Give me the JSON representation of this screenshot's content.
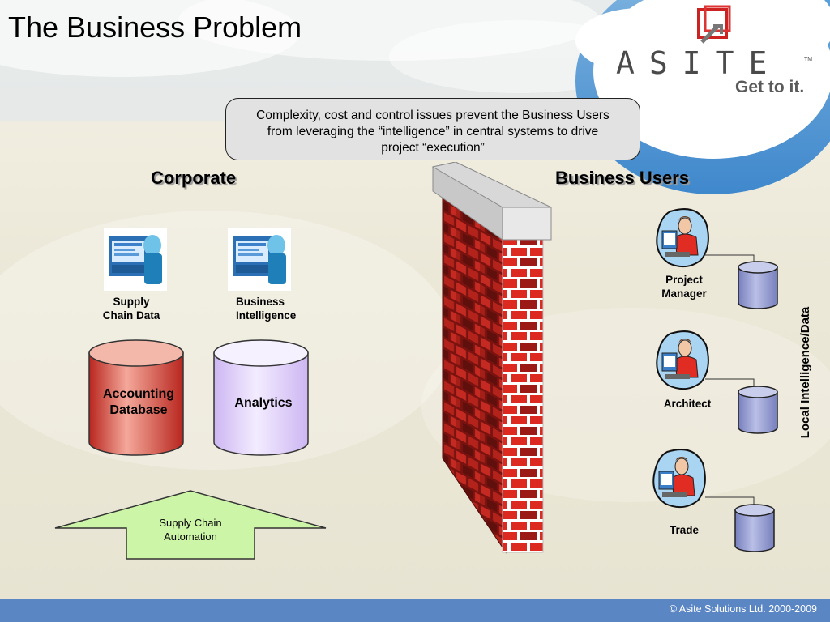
{
  "slide": {
    "title": "The Business Problem",
    "callout": "Complexity, cost and control issues prevent the Business Users from leveraging the “intelligence” in central systems to drive project “execution”",
    "footer": "© Asite Solutions Ltd. 2000-2009"
  },
  "logo": {
    "wordmark": "ASITE",
    "trademark": "TM",
    "tagline": "Get to it."
  },
  "corporate": {
    "heading": "Corporate",
    "systems": [
      {
        "label": "Supply Chain Data",
        "icon": "computer-terminal-icon"
      },
      {
        "label": "Business Intelligence",
        "icon": "computer-terminal-icon"
      }
    ],
    "databases": [
      {
        "label": "Accounting Database",
        "color": "#c8322a"
      },
      {
        "label": "Analytics",
        "color": "#d9c6f5"
      }
    ],
    "arrow_label": "Supply Chain Automation"
  },
  "business_users": {
    "heading": "Business Users",
    "users": [
      {
        "label": "Project Manager",
        "icon": "user-at-computer-icon"
      },
      {
        "label": "Architect",
        "icon": "user-at-computer-icon"
      },
      {
        "label": "Trade",
        "icon": "user-at-computer-icon"
      }
    ],
    "side_label": "Local Intelligence/Data"
  },
  "colors": {
    "brick": "#d8231d",
    "footer": "#5b86c4",
    "user_db": "#8d94c7",
    "arrow_fill": "#ccf5a8"
  }
}
